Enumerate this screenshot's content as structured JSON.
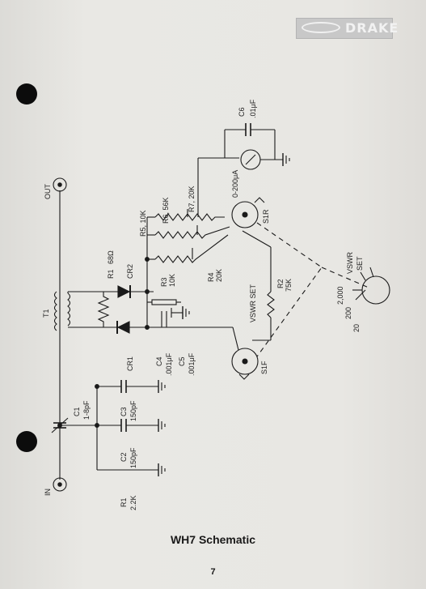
{
  "logo": {
    "brand": "DRAKE"
  },
  "caption": "WH7 Schematic",
  "page_number": "7",
  "labels": {
    "in": "IN",
    "out": "OUT",
    "t1": "T1",
    "r1_top_name": "R1",
    "r1_top_value": "68Ω",
    "cr2": "CR2",
    "cr1": "CR1",
    "r5": "R5, 10K",
    "r6": "R6, 56K",
    "r7": "R7, 20K",
    "r3_name": "R3",
    "r3_value": "10K",
    "r4_name": "R4",
    "r4_value": "20K",
    "vswr_set": "VSWR SET",
    "r2_name": "R2",
    "r2_value": "75K",
    "c6_name": "C6",
    "c6_value": ".01μF",
    "meter": "0-200μA",
    "s1r": "S1R",
    "s1f": "S1F",
    "c4_name": "C4",
    "c4_value": ".001μF",
    "c5_name": "C5",
    "c5_value": ".001μF",
    "c1_name": "C1",
    "c1_value": "1-8pF",
    "c3_name": "C3",
    "c3_value": "150pF",
    "c2_name": "C2",
    "c2_value": "150pF",
    "r1_bottom_name": "R1",
    "r1_bottom_value": "2.2K",
    "knob_20": "20",
    "knob_200": "200",
    "knob_2000": "2,000",
    "knob_vswr": "VSWR",
    "knob_set": "SET"
  }
}
